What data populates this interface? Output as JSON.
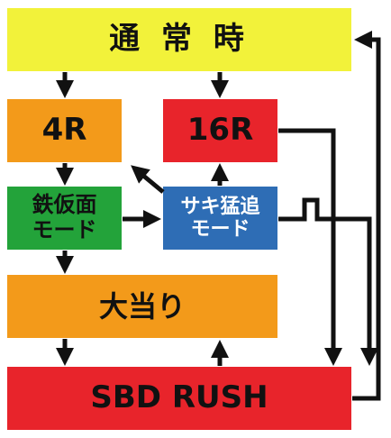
{
  "colors": {
    "yellow": "#f2f23a",
    "orange": "#f39a1a",
    "red": "#e8242b",
    "green": "#23a33a",
    "blue": "#2e6db5",
    "line": "#111111"
  },
  "nodes": {
    "normal": {
      "label": "通 常 時"
    },
    "r4": {
      "label": "4R"
    },
    "r16": {
      "label": "16R"
    },
    "tekkamen": {
      "line1": "鉄仮面",
      "line2": "モード"
    },
    "saki": {
      "line1": "サキ猛追",
      "line2": "モード"
    },
    "jackpot": {
      "label": "大当り"
    },
    "rush": {
      "label": "SBD RUSH"
    }
  }
}
